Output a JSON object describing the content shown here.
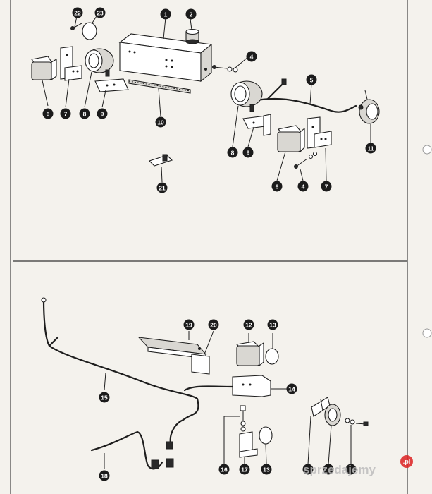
{
  "title": "",
  "top_section": {
    "callouts": [
      "22",
      "23",
      "1",
      "2",
      "4",
      "5",
      "6",
      "7",
      "8",
      "9",
      "10",
      "8",
      "9",
      "6",
      "4",
      "7",
      "11",
      "21"
    ]
  },
  "bottom_section": {
    "callouts": [
      "19",
      "20",
      "12",
      "13",
      "15",
      "14",
      "16",
      "17",
      "13",
      "18"
    ]
  },
  "watermark": {
    "text": "sprzedajemy",
    "badge": ".pl"
  }
}
